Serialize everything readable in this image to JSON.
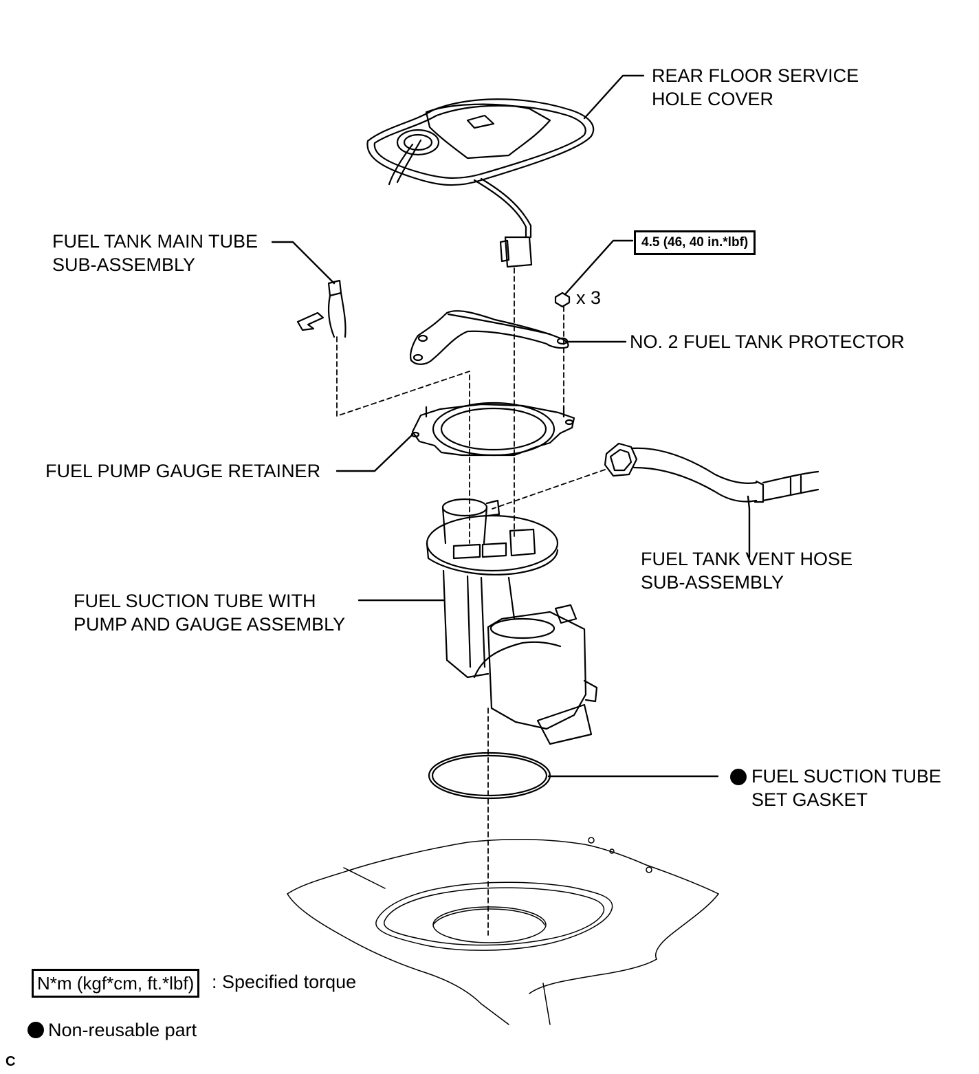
{
  "labels": {
    "rear_floor_service_hole_cover": [
      "REAR FLOOR SERVICE",
      "HOLE COVER"
    ],
    "fuel_tank_main_tube": [
      "FUEL TANK MAIN TUBE",
      "SUB-ASSEMBLY"
    ],
    "torque_value": "4.5 (46, 40 in.*lbf)",
    "nut_quantity": "x 3",
    "no2_fuel_tank_protector": "NO. 2 FUEL TANK PROTECTOR",
    "fuel_pump_gauge_retainer": "FUEL PUMP GAUGE RETAINER",
    "fuel_tank_vent_hose": [
      "FUEL TANK VENT HOSE",
      "SUB-ASSEMBLY"
    ],
    "fuel_suction_tube_assembly": [
      "FUEL SUCTION TUBE WITH",
      "PUMP AND GAUGE ASSEMBLY"
    ],
    "fuel_suction_tube_gasket": [
      "FUEL SUCTION TUBE",
      "SET GASKET"
    ]
  },
  "legend": {
    "torque_unit": "N*m (kgf*cm, ft.*lbf)",
    "torque_desc": ": Specified torque",
    "non_reusable": "Non-reusable part"
  },
  "corner_mark": "C"
}
